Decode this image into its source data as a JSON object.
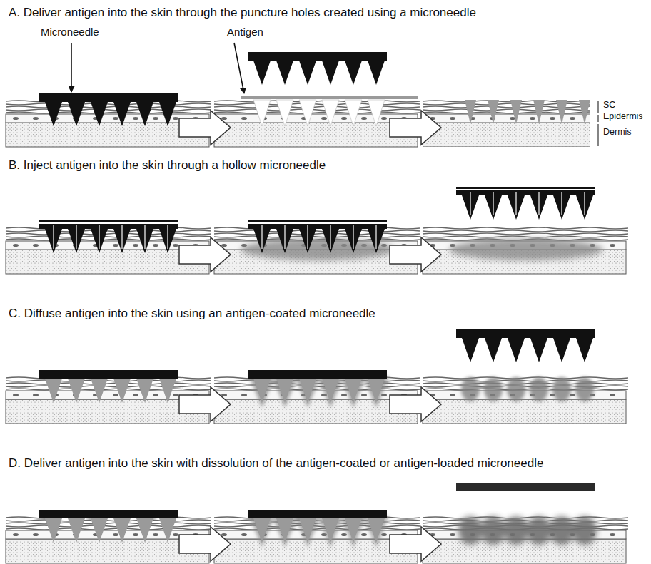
{
  "diagram": {
    "labels": [
      "A. Deliver antigen into the skin through the puncture holes created using a microneedle",
      "Microneedle",
      "Antigen",
      "SC",
      "Epidermis",
      "Dermis",
      "B. Inject antigen into the skin through a hollow microneedle",
      "C. Diffuse antigen into the skin using an antigen-coated microneedle",
      "D. Deliver antigen into the skin with dissolution of the antigen-coated or antigen-loaded microneedle"
    ]
  }
}
